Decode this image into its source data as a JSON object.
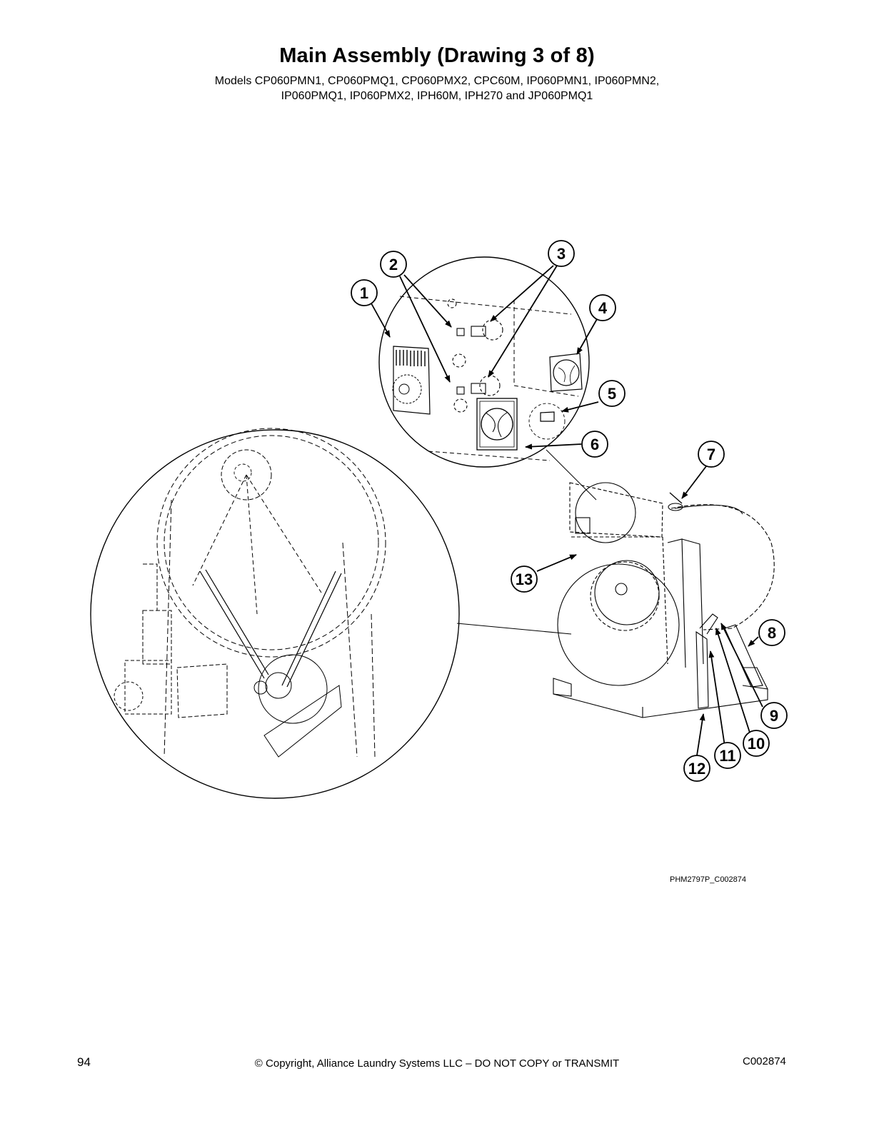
{
  "header": {
    "title": "Main Assembly (Drawing 3 of 8)",
    "models_line1": "Models CP060PMN1, CP060PMQ1, CP060PMX2, CPC60M, IP060PMN1, IP060PMN2,",
    "models_line2": "IP060PMQ1, IP060PMX2, IPH60M, IPH270 and JP060PMQ1"
  },
  "figure": {
    "description": "Exploded technical line drawing of dryer main assembly with two detail magnification circles",
    "callouts": [
      {
        "label": "1"
      },
      {
        "label": "2"
      },
      {
        "label": "3"
      },
      {
        "label": "4"
      },
      {
        "label": "5"
      },
      {
        "label": "6"
      },
      {
        "label": "7"
      },
      {
        "label": "8"
      },
      {
        "label": "9"
      },
      {
        "label": "10"
      },
      {
        "label": "11"
      },
      {
        "label": "12"
      },
      {
        "label": "13"
      }
    ],
    "figure_id": "PHM2797P_C002874"
  },
  "footer": {
    "page_number": "94",
    "copyright": "© Copyright, Alliance Laundry Systems LLC – DO NOT COPY or TRANSMIT",
    "doc_code": "C002874"
  }
}
